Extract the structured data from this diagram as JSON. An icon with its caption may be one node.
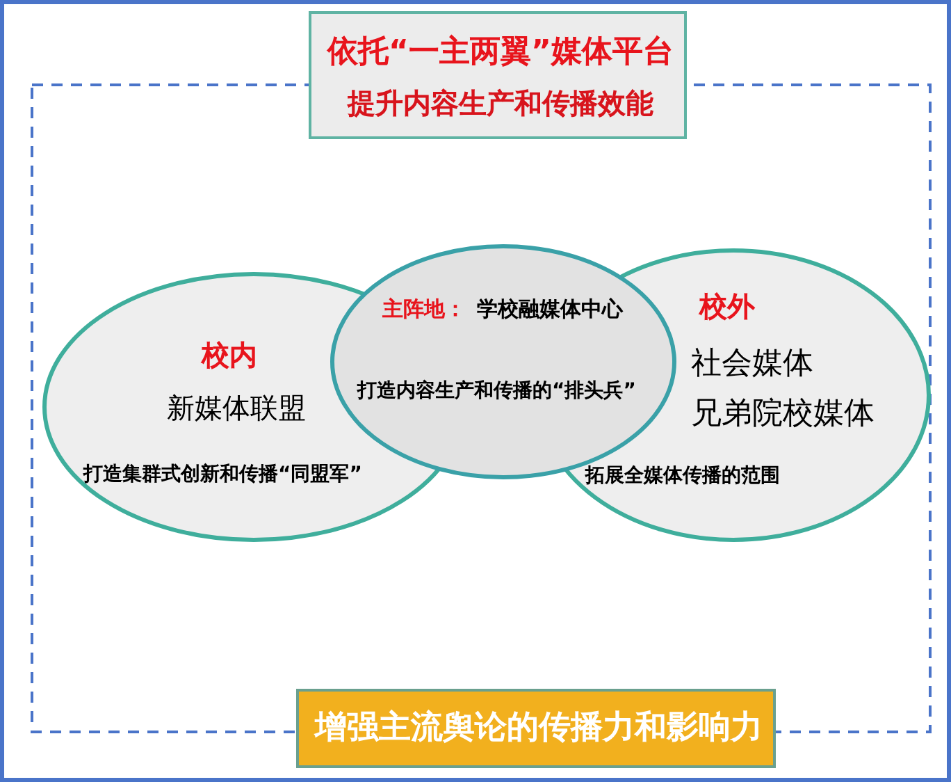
{
  "diagram": {
    "nodes": [
      {
        "text": [
          "依托“一主两翼”媒体平台",
          "提升内容生产和传播效能"
        ]
      },
      {
        "text": [
          "校内",
          "新媒体联盟",
          "打造集群式创新和传播“同盟军”"
        ]
      },
      {
        "text": [
          "主阵地：",
          "学校融媒体中心",
          "打造内容生产和传播的“排头兵”"
        ]
      },
      {
        "text": [
          "校外",
          "社会媒体",
          "兄弟院校媒体",
          "拓展全媒体传播的范围"
        ]
      },
      {
        "text": [
          "增强主流舆论的传播力和影响力"
        ]
      }
    ]
  }
}
